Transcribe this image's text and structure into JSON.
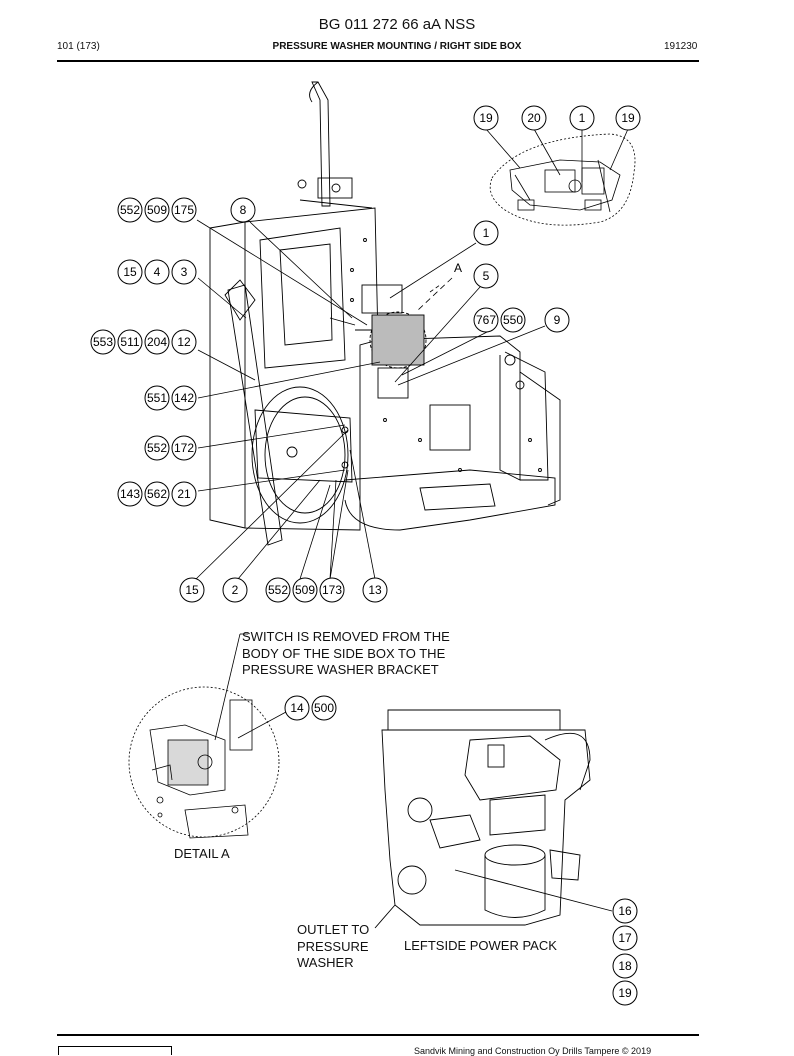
{
  "header": {
    "doc_number": "BG 011 272 66 aA NSS",
    "page": "101 (173)",
    "title": "PRESSURE WASHER MOUNTING / RIGHT SIDE BOX",
    "date": "191230"
  },
  "callouts": {
    "top_detail": [
      "19",
      "20",
      "1",
      "19"
    ],
    "g_552_509_175": [
      "552",
      "509",
      "175"
    ],
    "single_8": "8",
    "single_1": "1",
    "label_A": "A",
    "g_15_4_3": [
      "15",
      "4",
      "3"
    ],
    "single_5": "5",
    "g_767_550": [
      "767",
      "550"
    ],
    "single_9": "9",
    "g_553_511_204_12": [
      "553",
      "511",
      "204",
      "12"
    ],
    "g_551_142": [
      "551",
      "142"
    ],
    "g_552_172": [
      "552",
      "172"
    ],
    "g_143_562_21": [
      "143",
      "562",
      "21"
    ],
    "bottom_15": "15",
    "bottom_2": "2",
    "g_552_509_173": [
      "552",
      "509",
      "173"
    ],
    "bottom_13": "13",
    "g_14_500": [
      "14",
      "500"
    ],
    "power_pack": [
      "16",
      "17",
      "18",
      "19"
    ]
  },
  "notes": {
    "switch_line1": "SWITCH IS REMOVED FROM THE",
    "switch_line2": "BODY OF THE SIDE BOX TO THE",
    "switch_line3": "PRESSURE WASHER BRACKET",
    "detail_a": "DETAIL  A",
    "outlet_line1": "OUTLET TO",
    "outlet_line2": "PRESSURE",
    "outlet_line3": "WASHER",
    "leftside_power_pack": "LEFTSIDE POWER PACK"
  },
  "footer": {
    "copyright": "Sandvik Mining and Construction Oy Drills Tampere © 2019"
  }
}
